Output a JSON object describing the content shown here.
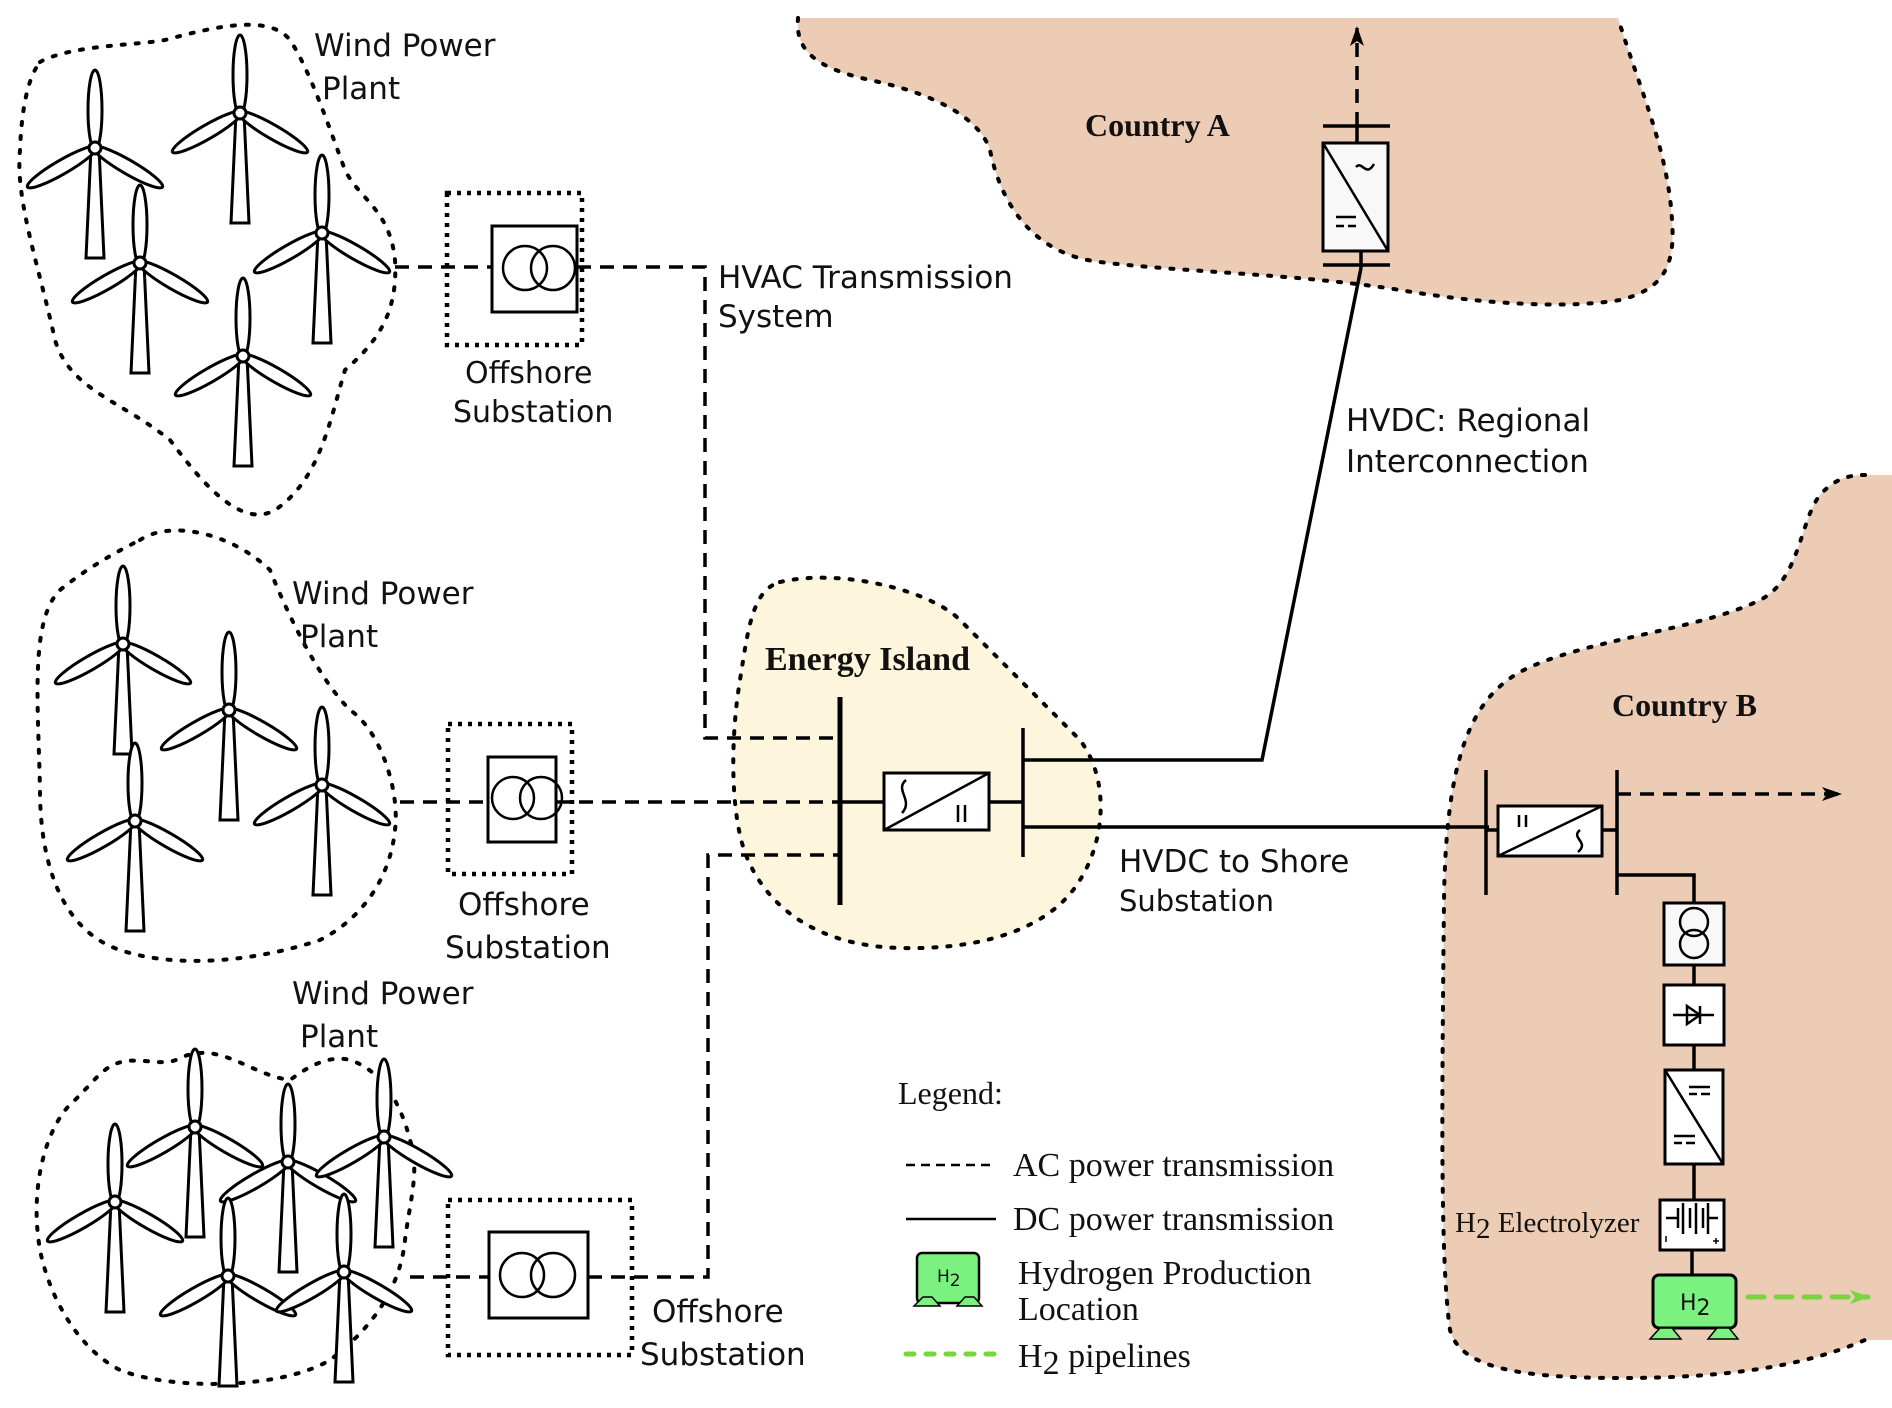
{
  "diagram": {
    "type": "energy-island-network-schematic",
    "wind_plants": [
      {
        "label_line1": "Wind Power",
        "label_line2": "Plant",
        "turbine_count": 5
      },
      {
        "label_line1": "Wind Power",
        "label_line2": "Plant",
        "turbine_count": 4
      },
      {
        "label_line1": "Wind Power",
        "label_line2": "Plant",
        "turbine_count": 6
      }
    ],
    "substations": [
      {
        "label_line1": "Offshore",
        "label_line2": "Substation"
      },
      {
        "label_line1": "Offshore",
        "label_line2": "Substation"
      },
      {
        "label_line1": "Offshore",
        "label_line2": "Substation"
      }
    ],
    "hvac_label_line1": "HVAC Transmission",
    "hvac_label_line2": "System",
    "energy_island_label": "Energy Island",
    "country_a_label": "Country A",
    "country_b_label": "Country B",
    "hvdc_regional_line1": "HVDC: Regional",
    "hvdc_regional_line2": "Interconnection",
    "hvdc_shore_line1": "HVDC to Shore",
    "hvdc_shore_line2": "Substation",
    "electrolyzer_h": "H",
    "electrolyzer_sub": "2",
    "electrolyzer_rest": " Electrolyzer",
    "h2_box_h": "H",
    "h2_box_sub": "2",
    "colors": {
      "country_fill": "#ecccb5",
      "island_fill": "#fdf5dc",
      "h2_green": "#7bf27f",
      "pipeline_green": "#77d63d"
    }
  },
  "legend": {
    "title": "Legend:",
    "items": [
      {
        "kind": "ac-line",
        "label": "AC power transmission"
      },
      {
        "kind": "dc-line",
        "label": "DC power transmission"
      },
      {
        "kind": "h2-production",
        "label_line1": "Hydrogen Production",
        "label_line2": "Location"
      },
      {
        "kind": "h2-pipeline",
        "label_h": "H",
        "label_sub": "2",
        "label_rest": " pipelines"
      }
    ],
    "h2_icon_h": "H",
    "h2_icon_sub": "2"
  }
}
